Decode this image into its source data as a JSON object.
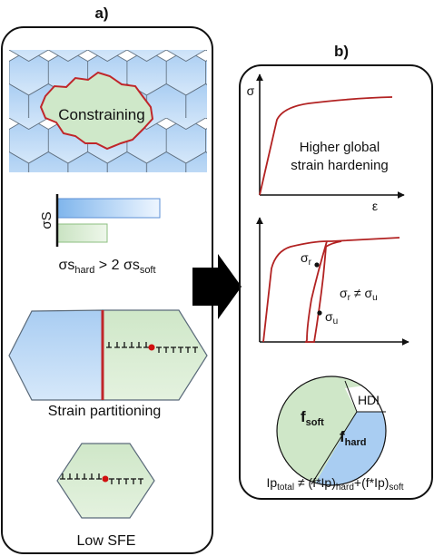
{
  "panel_a": {
    "label": "a)",
    "constraining": "Constraining",
    "bar_axis_label": "σS",
    "sigma_relation": {
      "s1": "σs",
      "sub1": "hard",
      "mid": " > 2 σs",
      "sub2": "soft"
    },
    "strain_partitioning": "Strain partitioning",
    "low_sfe": "Low SFE"
  },
  "panel_b": {
    "label": "b)",
    "curve1": {
      "y_axis": "σ",
      "x_axis": "ε",
      "text_line1": "Higher global",
      "text_line2": "strain hardening"
    },
    "curve2": {
      "sigma_r": "σ",
      "sigma_r_sub": "r",
      "sigma_u": "σ",
      "sigma_u_sub": "u",
      "neq_a": "σ",
      "neq_a_sub": "r",
      "neq_op": " ≠ σ",
      "neq_b_sub": "u"
    },
    "pie": {
      "f_soft": "f",
      "f_soft_sub": "soft",
      "f_hard": "f",
      "f_hard_sub": "hard",
      "hdi": "HDI"
    },
    "equation": {
      "t1": "Ip",
      "sub1": "total",
      "t2": " ≠ (f*Ip)",
      "sub2": "hard",
      "t3": "+(f*Ip)",
      "sub3": "soft"
    }
  },
  "colors": {
    "blue_fill": "#a9cdf2",
    "green_fill": "#d9ecd3",
    "red": "#c0262a",
    "curve_red": "#b22222"
  }
}
